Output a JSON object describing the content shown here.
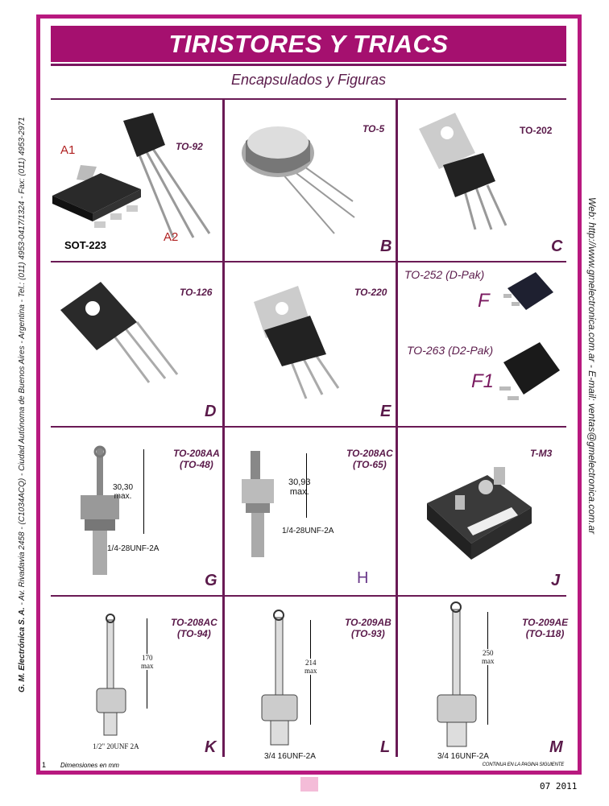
{
  "header": {
    "title": "TIRISTORES Y TRIACS",
    "subtitle": "Encapsulados y Figuras"
  },
  "side": {
    "left_company": "G. M. Electrónica S. A.",
    "left_address": " - Av. Rivadavia 2458 - (C1034ACQ) - Ciudad Autónoma de Buenos Aires - Argentina - Tel.: (011) 4953-0417/1324 - Fax: (011) 4953-2971",
    "right": "Web: http://www.gmelectronica.com.ar  -  E-mail: ventas@gmelectronica.com.ar"
  },
  "cells": {
    "a": {
      "pkg1": "TO-92",
      "pin1": "A1",
      "pin2": "A2",
      "pkg2": "SOT-223"
    },
    "b": {
      "pkg": "TO-5",
      "letter": "B"
    },
    "c": {
      "pkg": "TO-202",
      "letter": "C"
    },
    "d": {
      "pkg": "TO-126",
      "letter": "D"
    },
    "e": {
      "pkg": "TO-220",
      "letter": "E"
    },
    "f": {
      "pkg1": "TO-252 (D-Pak)",
      "letter1": "F",
      "pkg2": "TO-263 (D2-Pak)",
      "letter2": "F1"
    },
    "g": {
      "pkg": "TO-208AA",
      "pkg_alt": "(TO-48)",
      "dim": "30,30",
      "dim_unit": "max.",
      "thread": "1/4-28UNF-2A",
      "letter": "G"
    },
    "h": {
      "pkg": "TO-208AC",
      "pkg_alt": "(TO-65)",
      "dim": "30,93",
      "dim_unit": "max.",
      "thread": "1/4-28UNF-2A",
      "letter": "H"
    },
    "j": {
      "pkg": "T-M3",
      "letter": "J"
    },
    "k": {
      "pkg": "TO-208AC",
      "pkg_alt": "(TO-94)",
      "dim": "170",
      "dim_unit": "max",
      "thread": "1/2\" 20UNF 2A",
      "letter": "K"
    },
    "l": {
      "pkg": "TO-209AB",
      "pkg_alt": "(TO-93)",
      "dim": "214",
      "dim_unit": "max",
      "thread": "3/4 16UNF-2A",
      "letter": "L"
    },
    "m": {
      "pkg": "TO-209AE",
      "pkg_alt": "(TO-118)",
      "dim": "250",
      "dim_unit": "max",
      "thread": "3/4 16UNF-2A",
      "letter": "M"
    }
  },
  "footer": {
    "page": "1",
    "note": "Dimensiones en mm",
    "continue": "CONTINUA EN LA PAGINA SIGUIENTE",
    "date": "07 2011"
  },
  "colors": {
    "frame": "#b8197f",
    "title_bg": "#a5106f",
    "text": "#5a1a4a"
  }
}
